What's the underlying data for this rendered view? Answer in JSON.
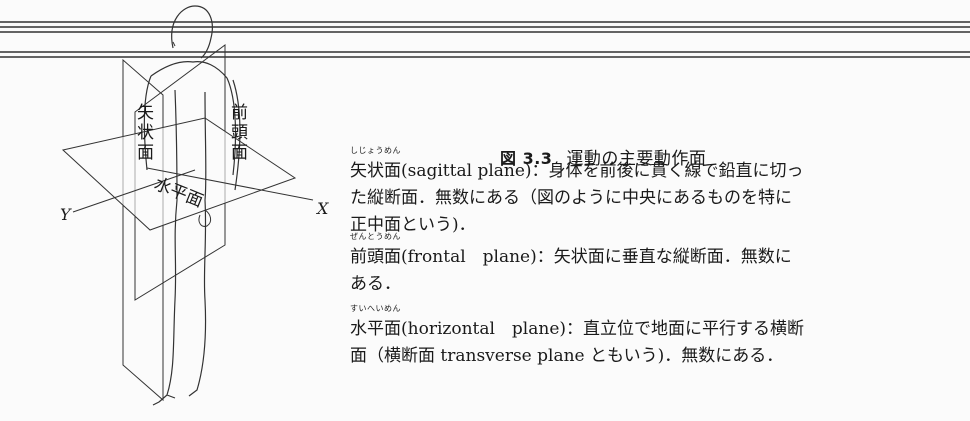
{
  "figure": {
    "labels": {
      "sagittal_v": [
        "矢",
        "状",
        "面"
      ],
      "frontal_v": [
        "前",
        "頭",
        "面"
      ],
      "horizontal": "水平面",
      "axis_x": "X",
      "axis_y": "Y"
    }
  },
  "caption": {
    "number": "図 3.3",
    "title": "運動の主要動作面"
  },
  "entries": [
    {
      "ruby": "しじょうめん",
      "term": "矢状面",
      "lines": [
        "(sagittal plane)：身体を前後に貫く線で鉛直に切っ",
        "た縦断面．無数にある（図のように中央にあるものを特に",
        "正中面という)．"
      ]
    },
    {
      "ruby": "ぜんとうめん",
      "term": "前頭面",
      "lines": [
        "(frontal　plane)：矢状面に垂直な縦断面．無数に",
        "ある．"
      ]
    },
    {
      "ruby": "すいへいめん",
      "term": "水平面",
      "lines": [
        "(horizontal　plane)：直立位で地面に平行する横断",
        "面（横断面 transverse plane ともいう)．無数にある．"
      ]
    }
  ]
}
